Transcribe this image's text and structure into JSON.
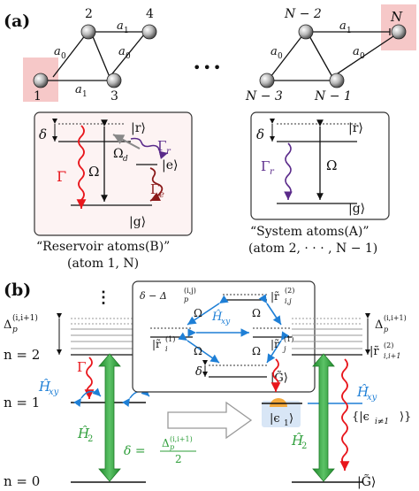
{
  "panel_a": {
    "label": "(a)",
    "chain_left": {
      "nodes": [
        "2",
        "4",
        "1",
        "3"
      ],
      "a0_upper": "a",
      "a0_upper_sub": "0",
      "a1_upper": "a",
      "a1_upper_sub": "1",
      "a0_lower": "a",
      "a0_lower_sub": "0",
      "a1_lower": "a",
      "a1_lower_sub": "1"
    },
    "ellipsis": "•••",
    "chain_right": {
      "nodes": [
        "N − 2",
        "N",
        "N − 3",
        "N − 1"
      ],
      "a0_upper": "a",
      "a0_upper_sub": "0",
      "a1_upper": "a",
      "a1_upper_sub": "1",
      "a0_lower": "a",
      "a0_lower_sub": "0"
    },
    "reservoir_box": {
      "delta": "δ",
      "r": "|r⟩",
      "e": "|e⟩",
      "g": "|g⟩",
      "Gamma": "Γ",
      "Gamma_r": "Γ",
      "Gamma_r_sub": "r",
      "Gamma_e": "Γ",
      "Gamma_e_sub": "e",
      "Omega": "Ω",
      "Omega_d": "Ω",
      "Omega_d_sub": "d"
    },
    "system_box": {
      "delta": "δ",
      "r": "|r⟩",
      "g": "|g⟩",
      "Gamma_r": "Γ",
      "Gamma_r_sub": "r",
      "Omega": "Ω"
    },
    "reservoir_caption": "“Reservoir atoms(B)”",
    "reservoir_sub": "(atom 1, N)",
    "system_caption": "“System atoms(A)”",
    "system_sub": "(atom 2, · · · , N − 1)"
  },
  "panel_b": {
    "label": "(b)",
    "vdots": "⋮",
    "delta_p": "Δ",
    "delta_p_sup": "(i,i+1)",
    "delta_p_sub": "p",
    "n2": "n = 2",
    "n1": "n = 1",
    "n0": "n = 0",
    "gamma": "Γ",
    "hxy": "Ĥ",
    "hxy_sub": "xy",
    "h2": "Ĥ",
    "h2_sub": "2",
    "delta_eq": "δ =",
    "delta_frac_num": "Δ",
    "delta_frac_sup": "(i,i+1)",
    "delta_frac_sub": "p",
    "delta_frac_den": "2",
    "inset": {
      "top_label": "δ − Δ",
      "top_sup": "(i,j)",
      "top_sub": "p",
      "rij2": "|r̃",
      "rij2_sup": "(2)",
      "rij2_sub": "i,j",
      "ri1": "|r̃",
      "ri1_sup": "(1)",
      "ri1_sub": "i",
      "rj1": "|r̃",
      "rj1_sup": "(1)",
      "rj1_sub": "j",
      "hxy": "Ĥ",
      "hxy_sub": "xy",
      "omega": "Ω",
      "delta": "δ",
      "G": "|G̃⟩"
    },
    "right": {
      "delta_p": "Δ",
      "delta_p_sup": "(i,i+1)",
      "delta_p_sub": "p",
      "r2": "|r̃",
      "r2_sup": "(2)",
      "r2_sub": "i,i+1",
      "eps1": "|ϵ",
      "eps1_sub": "1",
      "hxy": "Ĥ",
      "hxy_sub": "xy",
      "eps_set": "{|ϵ",
      "eps_set_sub": "i≠1",
      "h2": "Ĥ",
      "h2_sub": "2",
      "G": "|G̃⟩"
    }
  },
  "colors": {
    "red": "#e8161c",
    "purple": "#5a2a8a",
    "darkred": "#8b1a1a",
    "blue": "#1e7fd6",
    "green": "#2e9e3a",
    "pink": "#f6c8c8",
    "gray": "#888888",
    "orange": "#f3a83a"
  }
}
